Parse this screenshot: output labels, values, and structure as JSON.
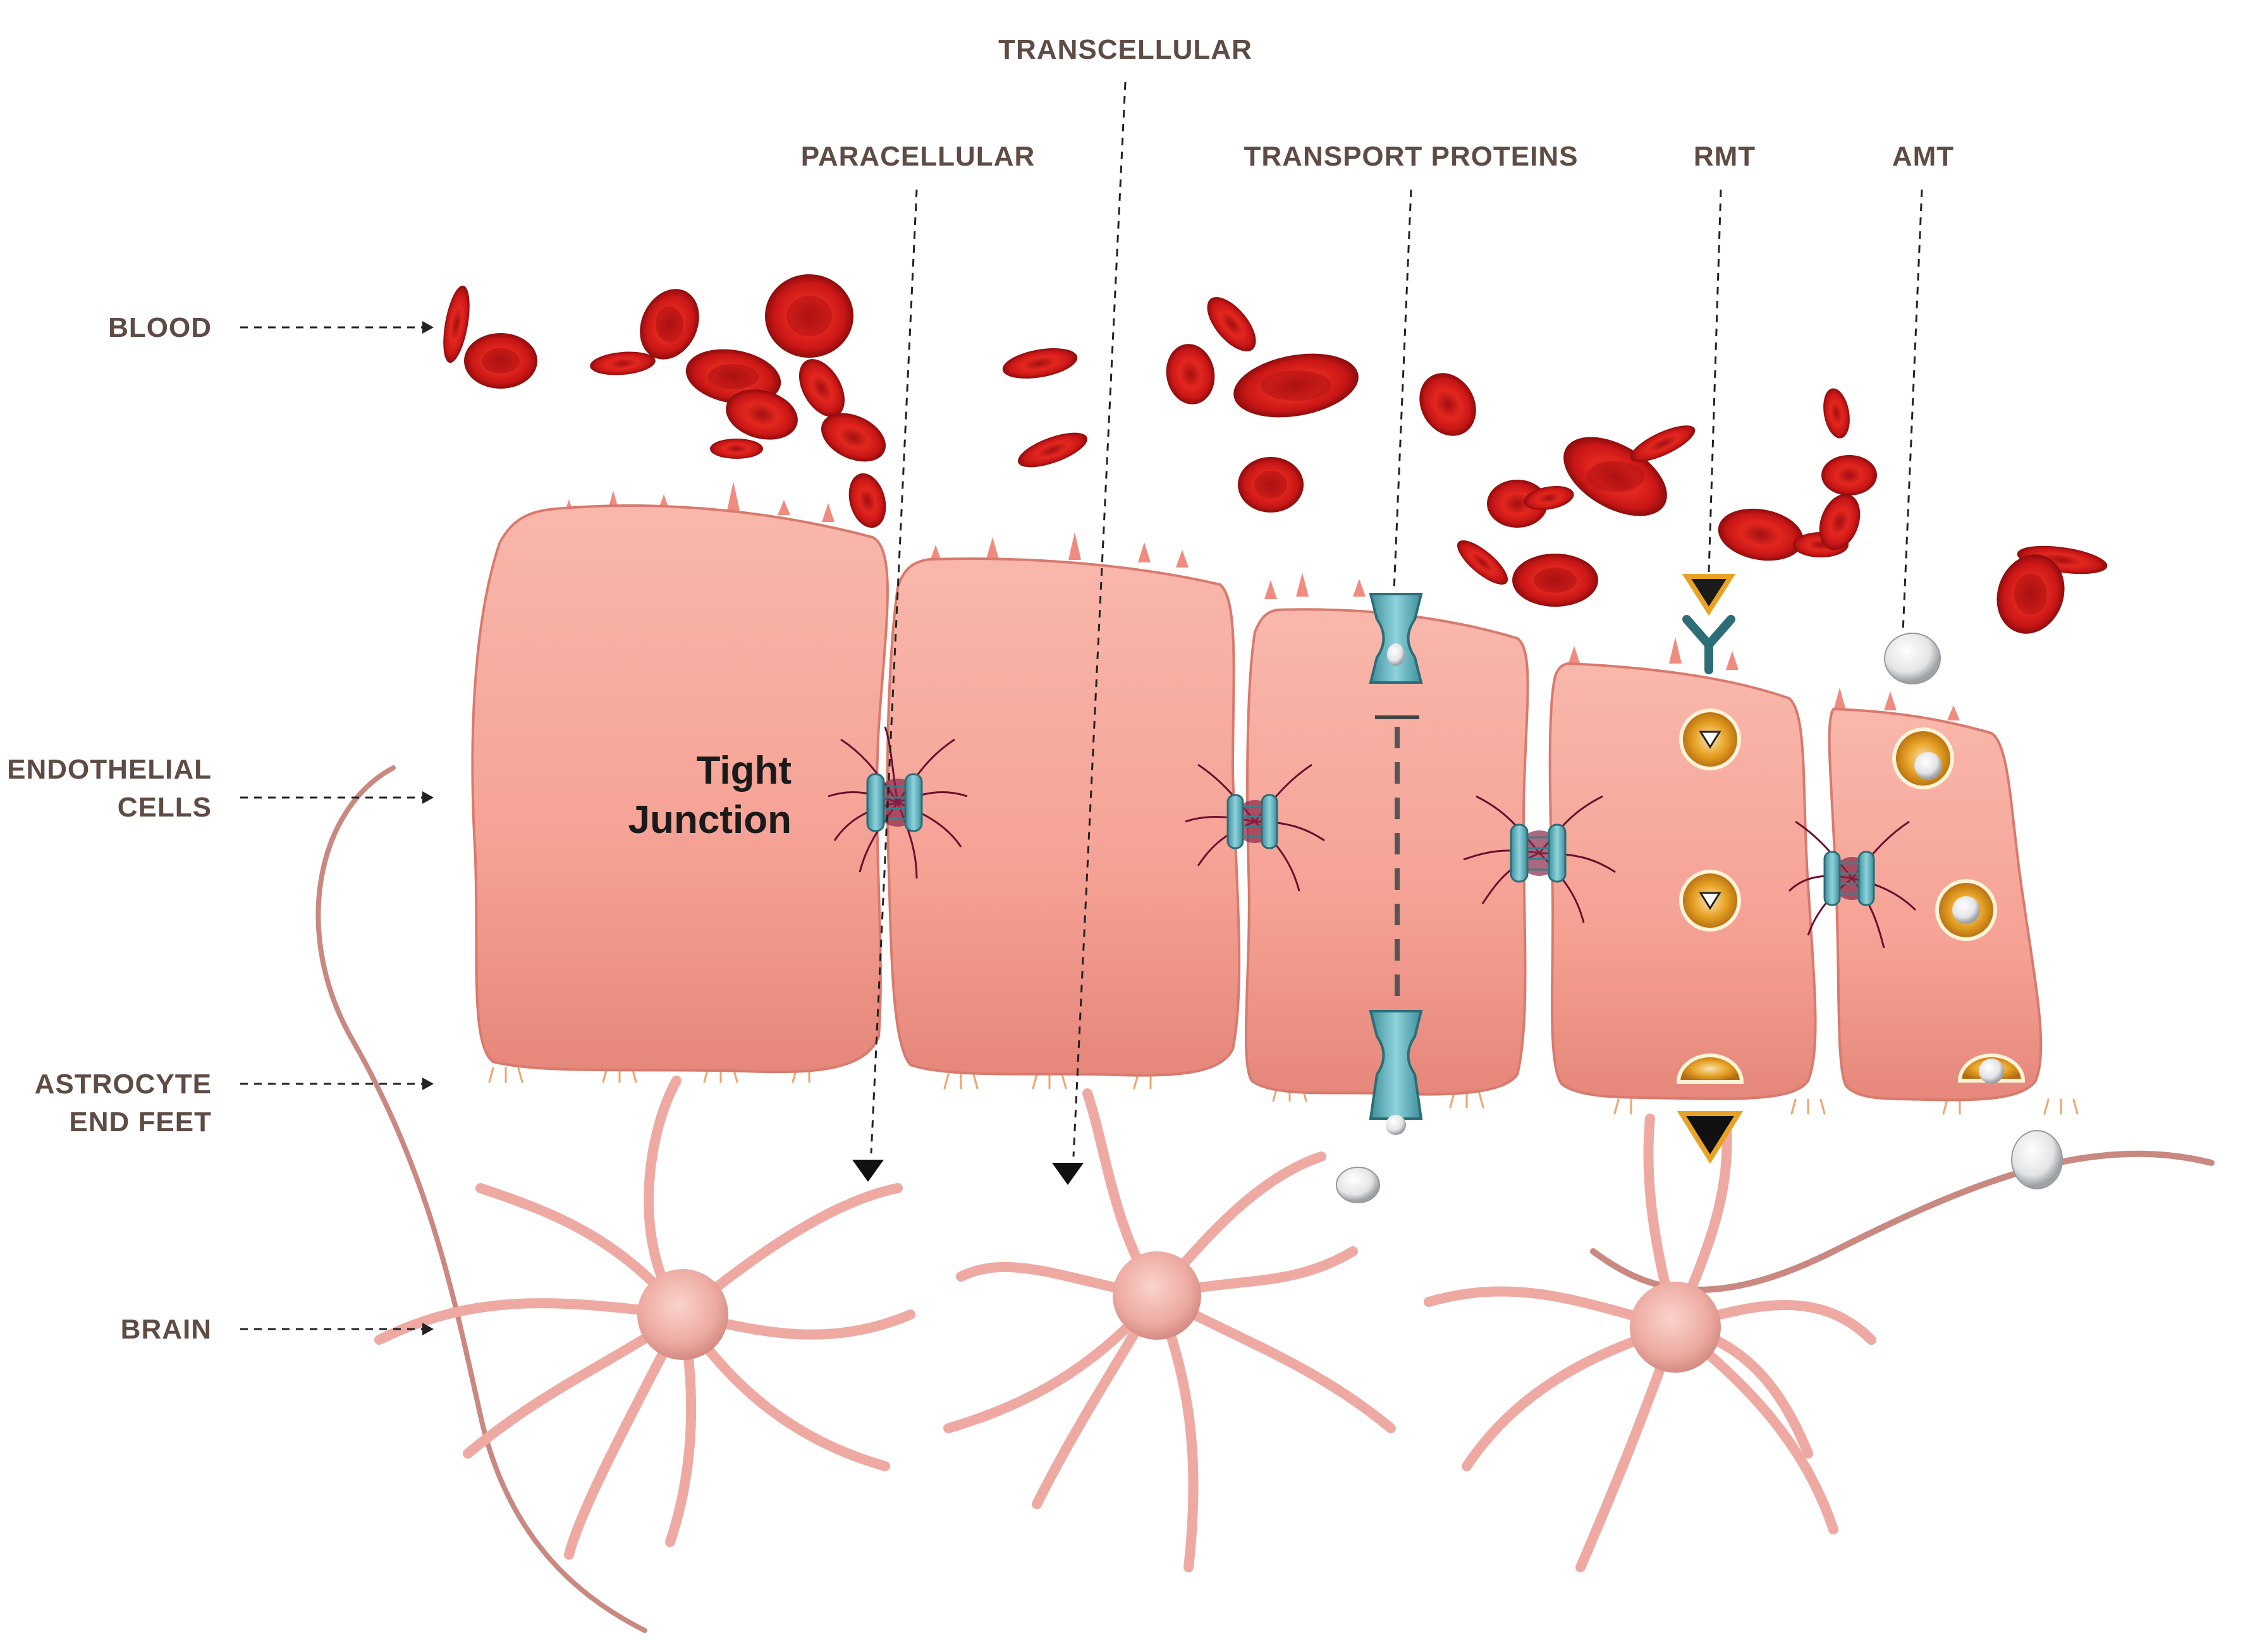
{
  "labels": {
    "left": {
      "blood": "BLOOD",
      "endothelial_line1": "ENDOTHELIAL",
      "endothelial_line2": "CELLS",
      "astrocyte_line1": "ASTROCYTE",
      "astrocyte_line2": "END FEET",
      "brain": "BRAIN"
    },
    "top": {
      "transcellular": "TRANSCELLULAR",
      "paracellular": "PARACELLULAR",
      "transport_proteins": "TRANSPORT PROTEINS",
      "rmt": "RMT",
      "amt": "AMT"
    },
    "tight_junction_line1": "Tight",
    "tight_junction_line2": "Junction"
  },
  "colors": {
    "label_text": "#5e4b43",
    "blood_cell": "#d81e1e",
    "endothelial_cell": "#f4a59a",
    "astrocyte": "#f0b5ad",
    "transport_protein": "#5fb8c4",
    "vesicle": "#e8a326",
    "rmt_arrow": "#e8a326"
  }
}
